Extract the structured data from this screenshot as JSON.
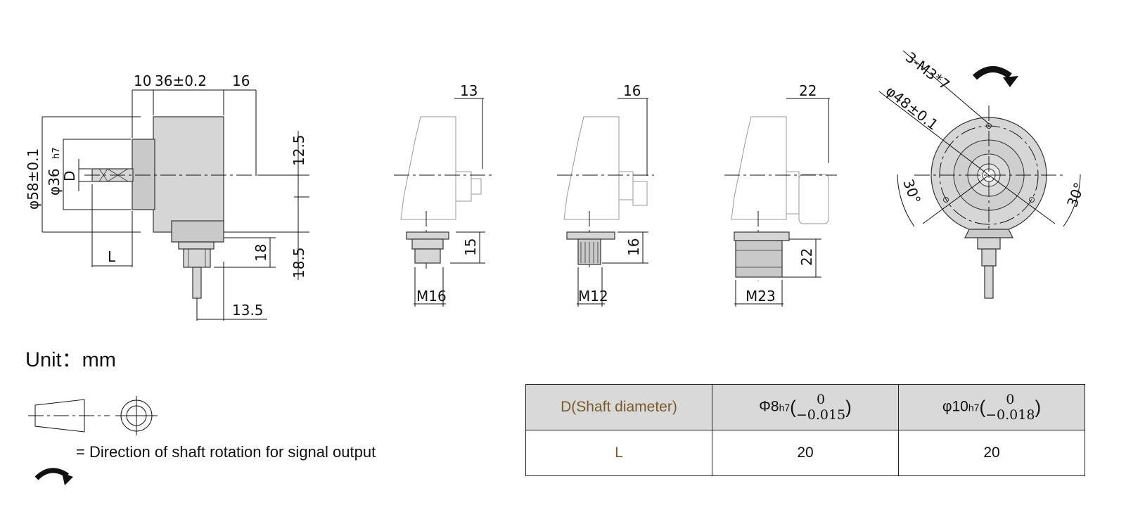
{
  "drawing": {
    "side_view": {
      "dims": {
        "d10": "10",
        "d36": "36±0.2",
        "d16": "16",
        "phi58": "φ58±0.1",
        "phi36": "φ36",
        "phi36_tol": "h7",
        "D": "D",
        "L": "L",
        "d12_5": "12.5",
        "d18": "18",
        "d18_5": "18.5",
        "d13_5": "13.5"
      }
    },
    "connector_m16": {
      "top": "13",
      "side": "15",
      "thread": "M16"
    },
    "connector_m12": {
      "top": "16",
      "side": "16",
      "thread": "M12"
    },
    "connector_m23": {
      "top": "22",
      "side": "22",
      "thread": "M23"
    },
    "front_view": {
      "holes": "3-M3*7",
      "pcd": "φ48±0.1",
      "angle_left": "30°",
      "angle_right": "30°"
    }
  },
  "unit": {
    "label": "Unit：mm"
  },
  "legend": {
    "rotation_text": "= Direction of shaft rotation for signal output"
  },
  "table": {
    "header": {
      "label": "D(Shaft diameter)",
      "col1_base": "Φ8",
      "col1_fit": "h7",
      "col1_upper": "0",
      "col1_lower": "−0.015",
      "col2_base": "φ10",
      "col2_fit": "h7",
      "col2_upper": "0",
      "col2_lower": "−0.018"
    },
    "row": {
      "label": "L",
      "col1": "20",
      "col2": "20"
    }
  }
}
